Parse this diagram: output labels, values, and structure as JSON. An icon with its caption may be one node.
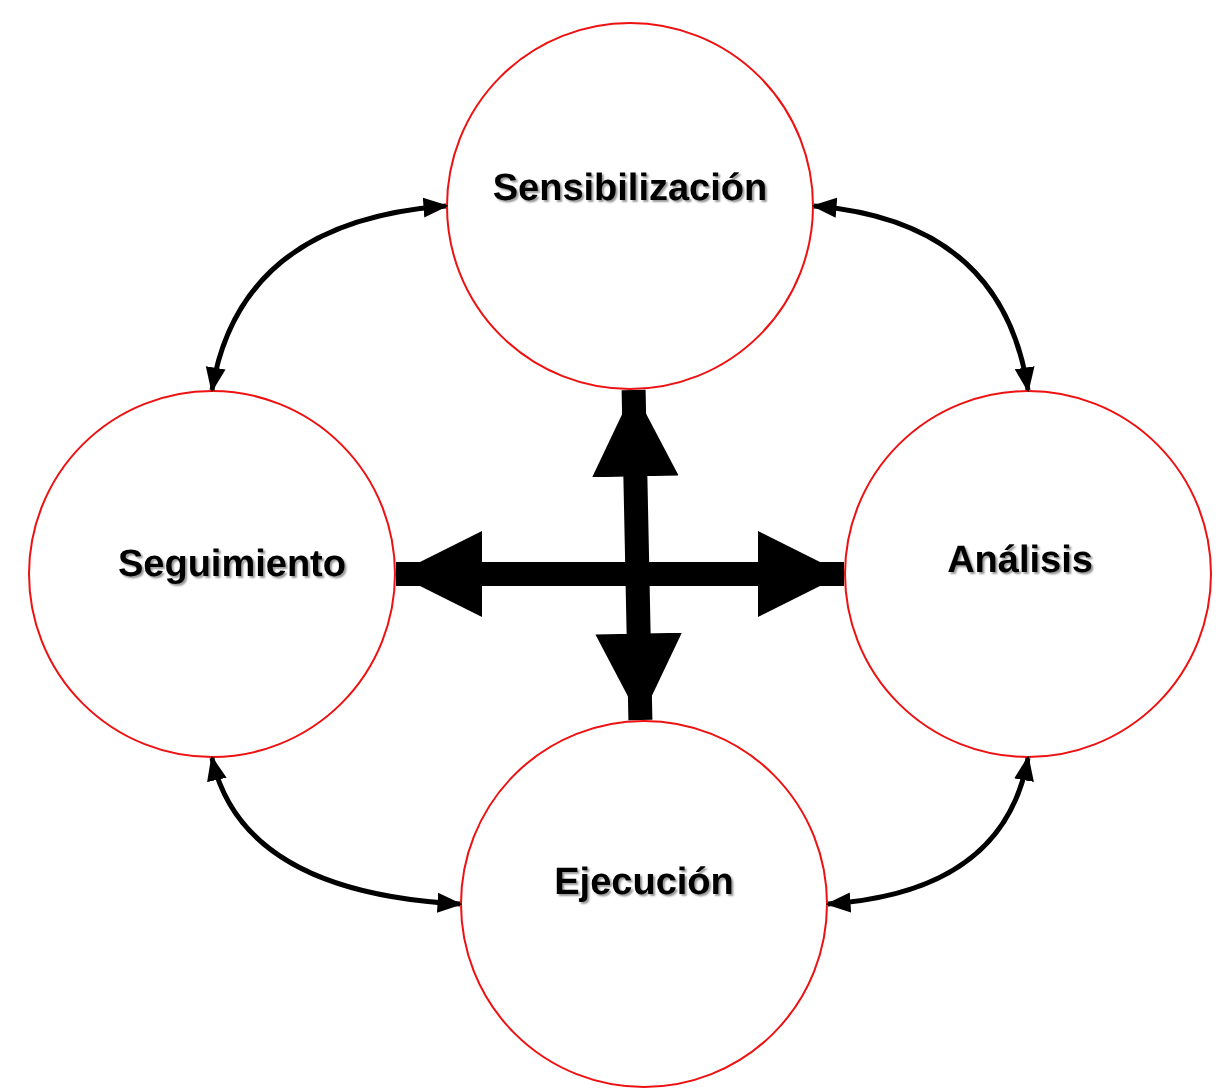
{
  "diagram": {
    "nodes": [
      {
        "text": [
          "Sensibilización"
        ]
      },
      {
        "text": [
          "Seguimiento"
        ]
      },
      {
        "text": [
          "Análisis"
        ]
      },
      {
        "text": [
          "Ejecución"
        ]
      }
    ],
    "edges": [
      {
        "from": 0,
        "to": 1,
        "arrow": "both"
      },
      {
        "from": 0,
        "to": 2,
        "arrow": "both"
      },
      {
        "from": 2,
        "to": 3,
        "arrow": "both"
      },
      {
        "from": 1,
        "to": 3,
        "arrow": "both"
      },
      {
        "from": 3,
        "to": 0,
        "arrow": "both",
        "style": "thick"
      },
      {
        "from": 1,
        "to": 2,
        "arrow": "both",
        "style": "thick"
      }
    ]
  }
}
